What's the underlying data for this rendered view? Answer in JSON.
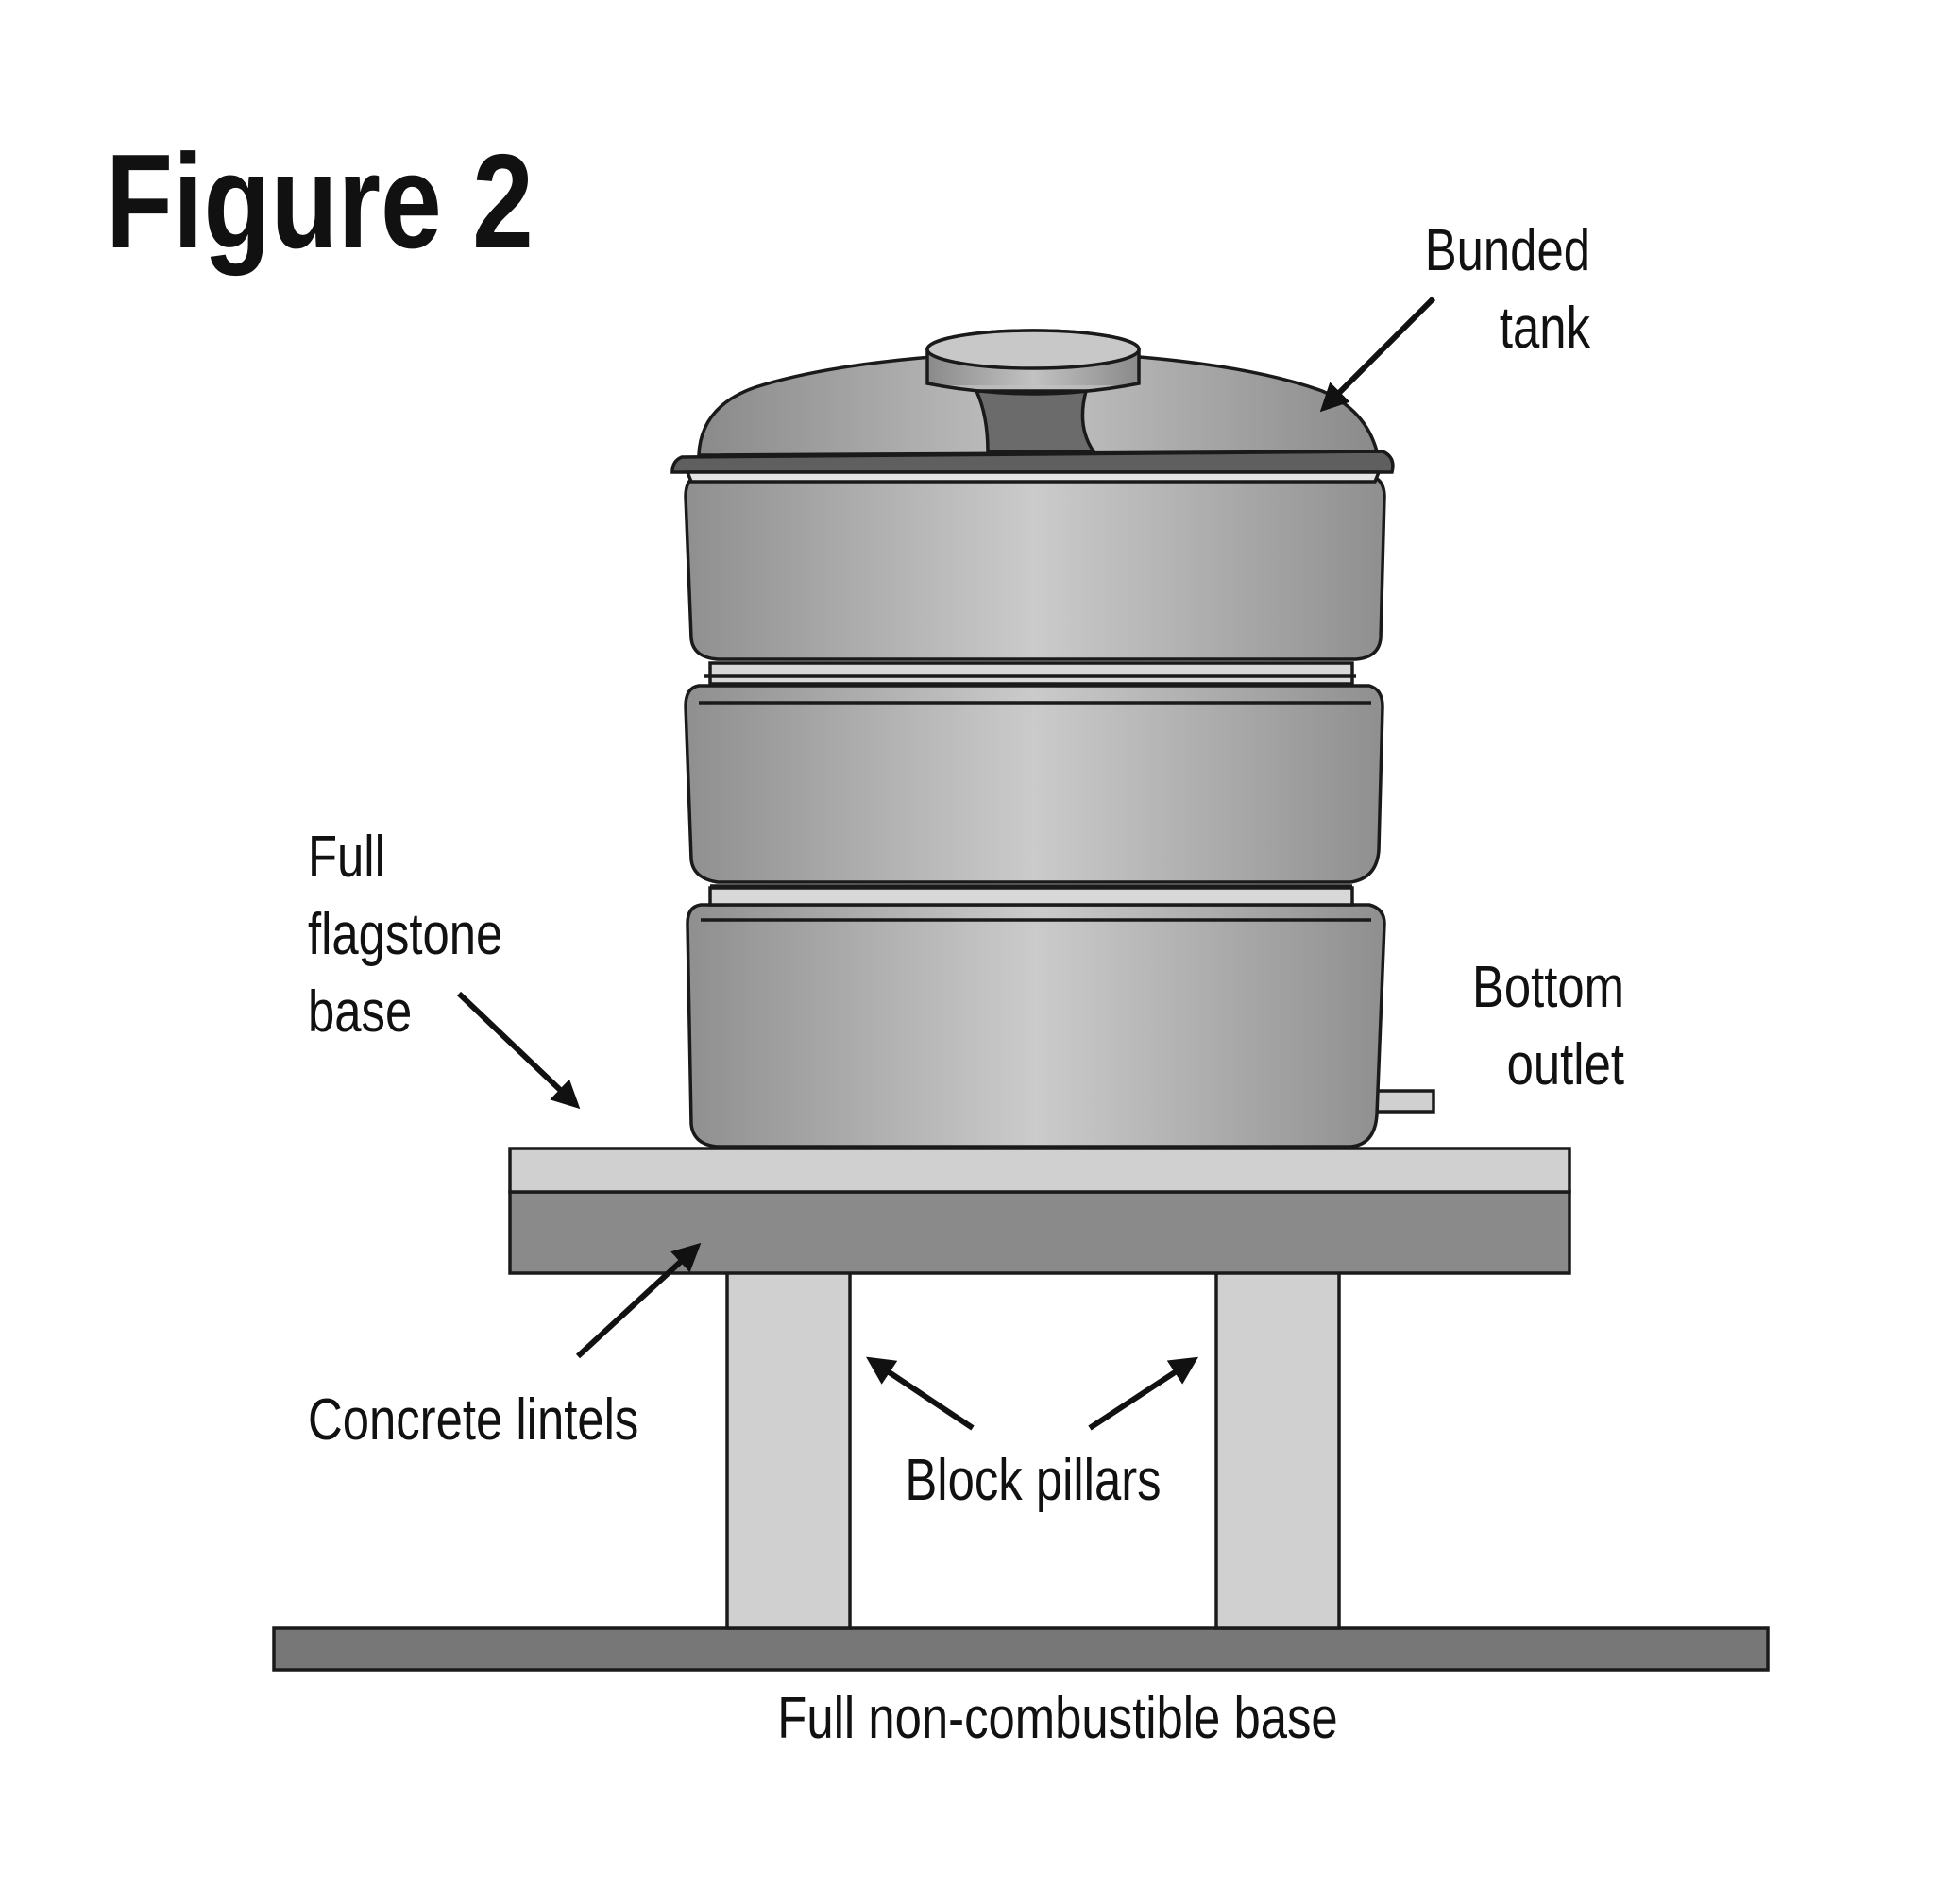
{
  "title": "Figure 2",
  "labels": {
    "bunded_tank_line1": "Bunded",
    "bunded_tank_line2": "tank",
    "flagstone_line1": "Full",
    "flagstone_line2": "flagstone",
    "flagstone_line3": "base",
    "bottom_outlet_line1": "Bottom",
    "bottom_outlet_line2": "outlet",
    "concrete_lintels": "Concrete lintels",
    "block_pillars": "Block pillars",
    "non_combustible_base": "Full non-combustible base"
  },
  "colors": {
    "tank_mid": "#c8c8c8",
    "tank_dark": "#8f8f8f",
    "flagstone": "#d0d0d0",
    "lintel": "#8a8a8a",
    "pillar": "#d0d0d0",
    "ground_base": "#777777",
    "outline": "#1a1a1a"
  }
}
